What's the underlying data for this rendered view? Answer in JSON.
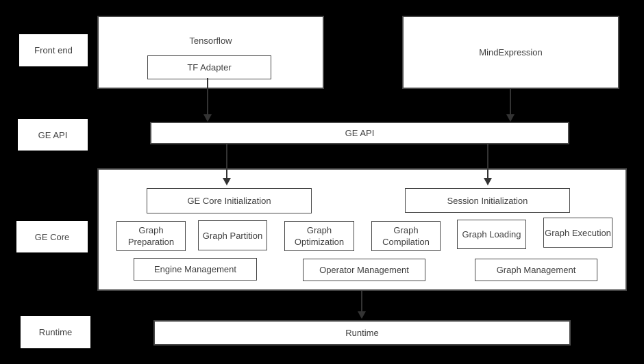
{
  "colors": {
    "background": "#000000",
    "box_fill": "#ffffff",
    "box_border": "#474747",
    "text": "#3f3f3f",
    "arrow": "#333333"
  },
  "side_labels": {
    "front_end": "Front end",
    "ge_api": "GE API",
    "ge_core": "GE Core",
    "runtime": "Runtime"
  },
  "front_end": {
    "tensorflow": {
      "label": "Tensorflow",
      "tf_adapter": "TF Adapter"
    },
    "mindexpression": {
      "label": "MindExpression"
    }
  },
  "ge_api_bar": {
    "label": "GE API"
  },
  "ge_core": {
    "init_boxes": [
      {
        "label": "GE Core Initialization"
      },
      {
        "label": "Session Initialization"
      }
    ],
    "modules": [
      {
        "label": "Graph Preparation"
      },
      {
        "label": "Graph Partition"
      },
      {
        "label": "Graph Optimization"
      },
      {
        "label": "Graph Compilation"
      },
      {
        "label": "Graph Loading"
      },
      {
        "label": "Graph Execution"
      }
    ],
    "management": [
      {
        "label": "Engine Management"
      },
      {
        "label": "Operator Management"
      },
      {
        "label": "Graph Management"
      }
    ]
  },
  "runtime_bar": {
    "label": "Runtime"
  }
}
